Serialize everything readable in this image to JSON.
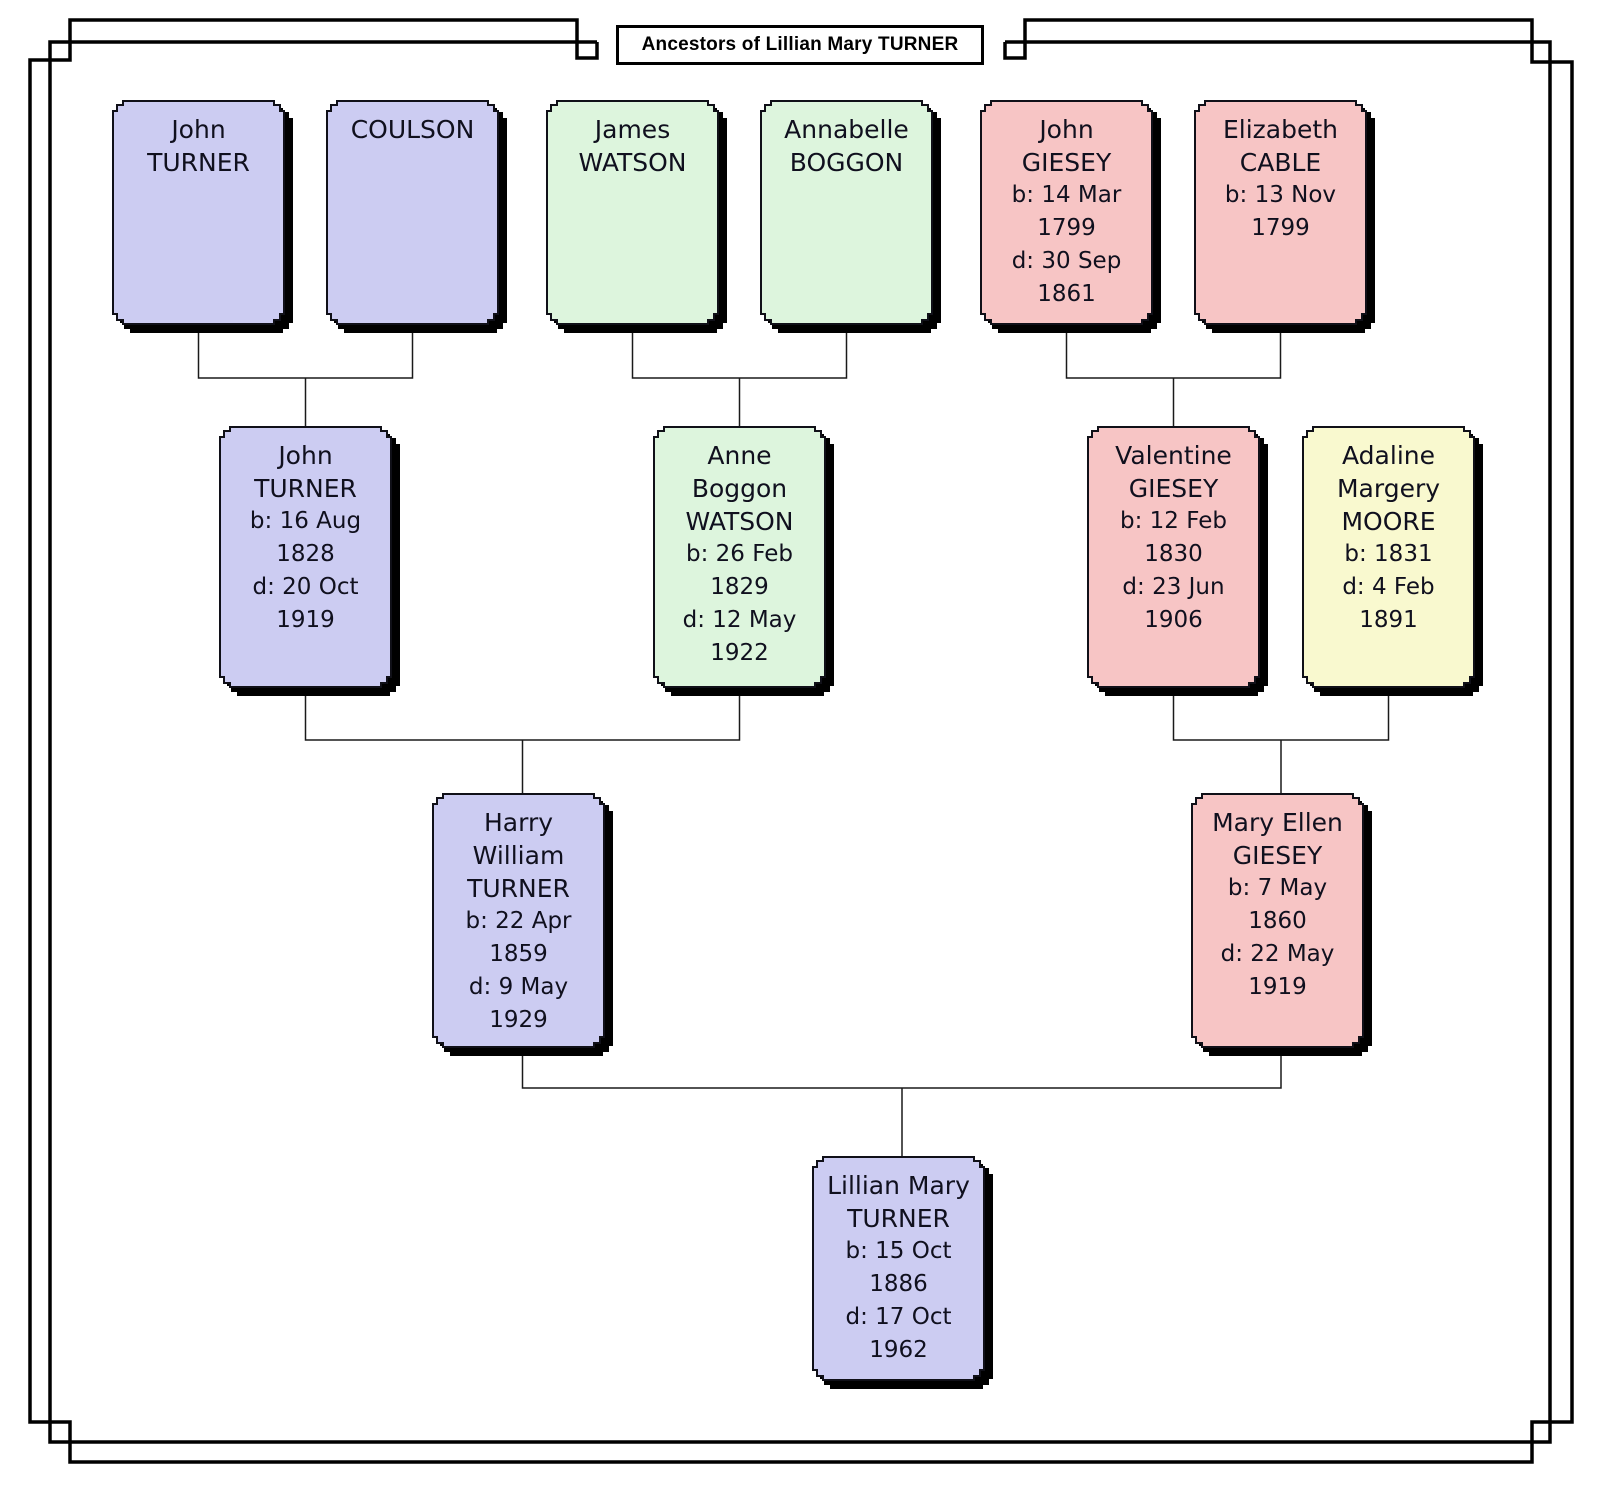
{
  "title": "Ancestors of Lillian Mary TURNER",
  "colors": {
    "purple": "#ccccf2",
    "green": "#ddf5dd",
    "pink": "#f7c5c5",
    "yellow": "#f9f9cf",
    "line": "#1a1a1a",
    "frame": "#000000",
    "text": "#10101e"
  },
  "persons": [
    {
      "name": "John\nTURNER",
      "birth": "",
      "death": "",
      "fill": "#ccccf2"
    },
    {
      "name": "COULSON",
      "birth": "",
      "death": "",
      "fill": "#ccccf2"
    },
    {
      "name": "James\nWATSON",
      "birth": "",
      "death": "",
      "fill": "#ddf5dd"
    },
    {
      "name": "Annabelle\nBOGGON",
      "birth": "",
      "death": "",
      "fill": "#ddf5dd"
    },
    {
      "name": "John\nGIESEY",
      "birth": "b: 14 Mar\n1799",
      "death": "d: 30 Sep\n1861",
      "fill": "#f7c5c5"
    },
    {
      "name": "Elizabeth\nCABLE",
      "birth": "b: 13 Nov\n1799",
      "death": "",
      "fill": "#f7c5c5"
    },
    {
      "name": "John\nTURNER",
      "birth": "b: 16 Aug\n1828",
      "death": "d: 20 Oct\n1919",
      "fill": "#ccccf2"
    },
    {
      "name": "Anne\nBoggon\nWATSON",
      "birth": "b: 26 Feb\n1829",
      "death": "d: 12 May\n1922",
      "fill": "#ddf5dd"
    },
    {
      "name": "Valentine\nGIESEY",
      "birth": "b: 12 Feb\n1830",
      "death": "d: 23 Jun\n1906",
      "fill": "#f7c5c5"
    },
    {
      "name": "Adaline\nMargery\nMOORE",
      "birth": "b: 1831",
      "death": "d: 4 Feb\n1891",
      "fill": "#f9f9cf"
    },
    {
      "name": "Harry\nWilliam\nTURNER",
      "birth": "b: 22 Apr\n1859",
      "death": "d: 9 May\n1929",
      "fill": "#ccccf2"
    },
    {
      "name": "Mary Ellen\nGIESEY",
      "birth": "b: 7 May\n1860",
      "death": "d: 22 May\n1919",
      "fill": "#f7c5c5"
    },
    {
      "name": "Lillian Mary\nTURNER",
      "birth": "b: 15 Oct\n1886",
      "death": "d: 17 Oct\n1962",
      "fill": "#ccccf2"
    }
  ]
}
